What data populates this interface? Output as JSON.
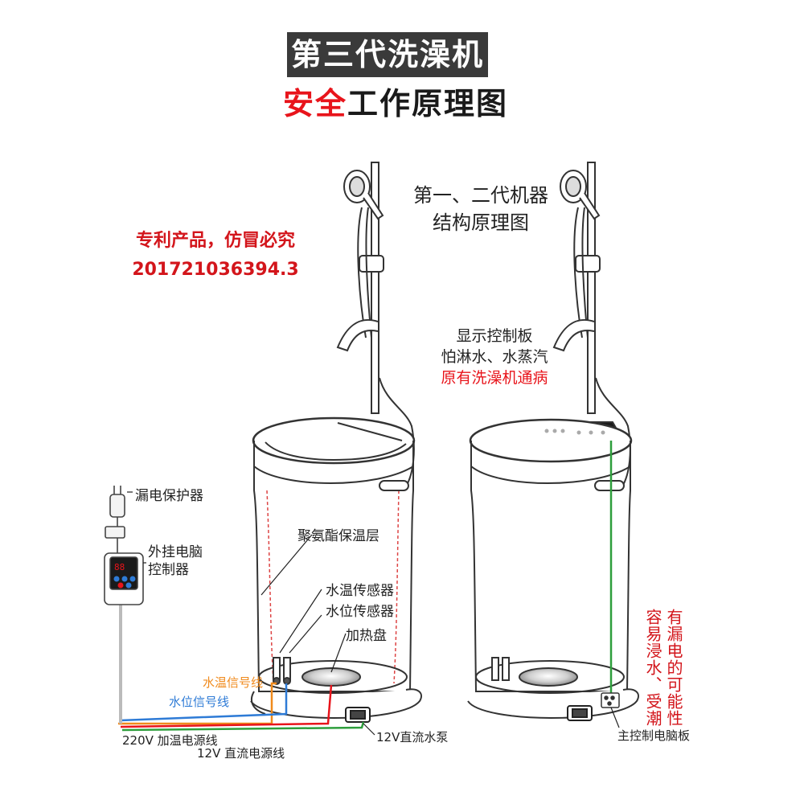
{
  "header": {
    "title": "第三代洗澡机",
    "subtitle_red": "安全",
    "subtitle_black": "工作原理图"
  },
  "patent": {
    "line1": "专利产品，仿冒必究",
    "line2": "201721036394.3"
  },
  "right_machine": {
    "caption_line1": "第一、二代机器",
    "caption_line2": "结构原理图",
    "display_label_line1": "显示控制板",
    "display_label_line2": "怕淋水、水蒸汽",
    "display_label_line3": "原有洗澡机通病",
    "leak_note_col1": "有漏电的可能性",
    "leak_note_col2": "容易浸水、受潮",
    "main_board_label": "主控制电脑板"
  },
  "left_machine": {
    "leakage_protector": "漏电保护器",
    "controller_line1": "外挂电脑",
    "controller_line2": "控制器",
    "insulation_layer": "聚氨酯保温层",
    "water_temp_sensor": "水温传感器",
    "water_level_sensor": "水位传感器",
    "heating_plate": "加热盘",
    "water_temp_wire": "水温信号线",
    "water_level_wire": "水位信号线",
    "heating_power_wire": "220V 加温电源线",
    "dc_power_wire": "12V 直流电源线",
    "pump": "12V直流水泵"
  },
  "colors": {
    "accent_red": "#e8141b",
    "title_box_bg": "#3a3a3a",
    "wire_orange": "#f08a1c",
    "wire_blue": "#2e7bd6",
    "wire_red": "#e8141b",
    "wire_green": "#2e9e3c"
  }
}
